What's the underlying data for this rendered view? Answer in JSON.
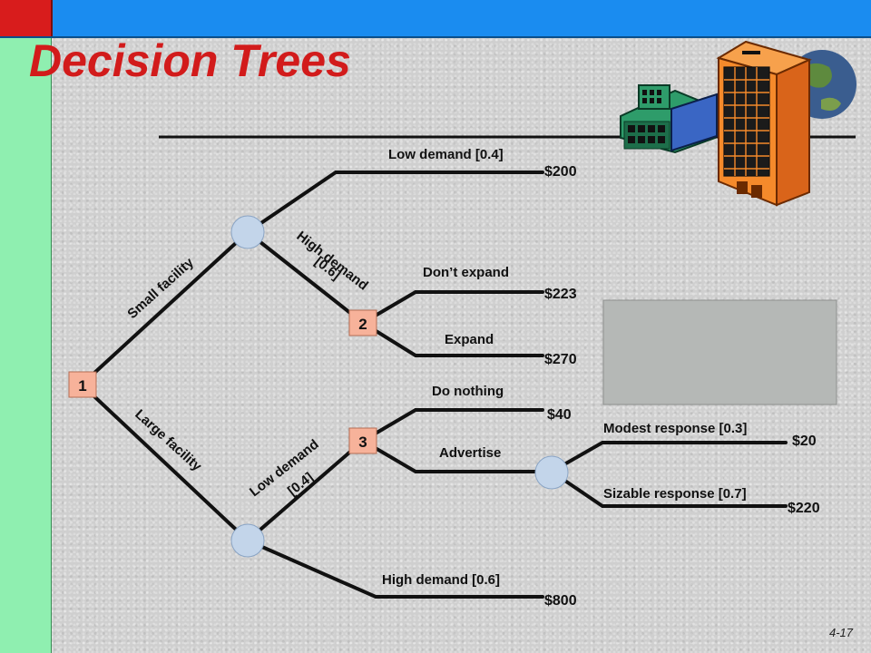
{
  "slide": {
    "title": "Decision Trees",
    "number": "4-17"
  },
  "nodes": {
    "root": "1",
    "expand_decision": "2",
    "advertise_decision": "3"
  },
  "branches": {
    "small_facility": "Small facility",
    "large_facility": "Large facility",
    "high_demand_small_line1": "High demand",
    "high_demand_small_line2": "[0.6]",
    "low_demand_small": "Low demand [0.4]",
    "dont_expand": "Don’t expand",
    "expand": "Expand",
    "low_demand_large_line1": "Low demand",
    "low_demand_large_line2": "[0.4]",
    "high_demand_large": "High demand [0.6]",
    "do_nothing": "Do nothing",
    "advertise": "Advertise",
    "modest_response": "Modest response [0.3]",
    "sizable_response": "Sizable response [0.7]"
  },
  "payoffs": {
    "low_demand_small": "$200",
    "dont_expand": "$223",
    "expand": "$270",
    "do_nothing": "$40",
    "modest_response": "$20",
    "sizable_response": "$220",
    "high_demand_large": "$800"
  },
  "colors": {
    "title": "#d21b1b",
    "decision_node": "#f7b29a",
    "chance_node": "#c3d5ea",
    "note_box": "#b5b8b6",
    "top_bar": "#1a8cf0",
    "left_bar": "#8fefb0"
  }
}
